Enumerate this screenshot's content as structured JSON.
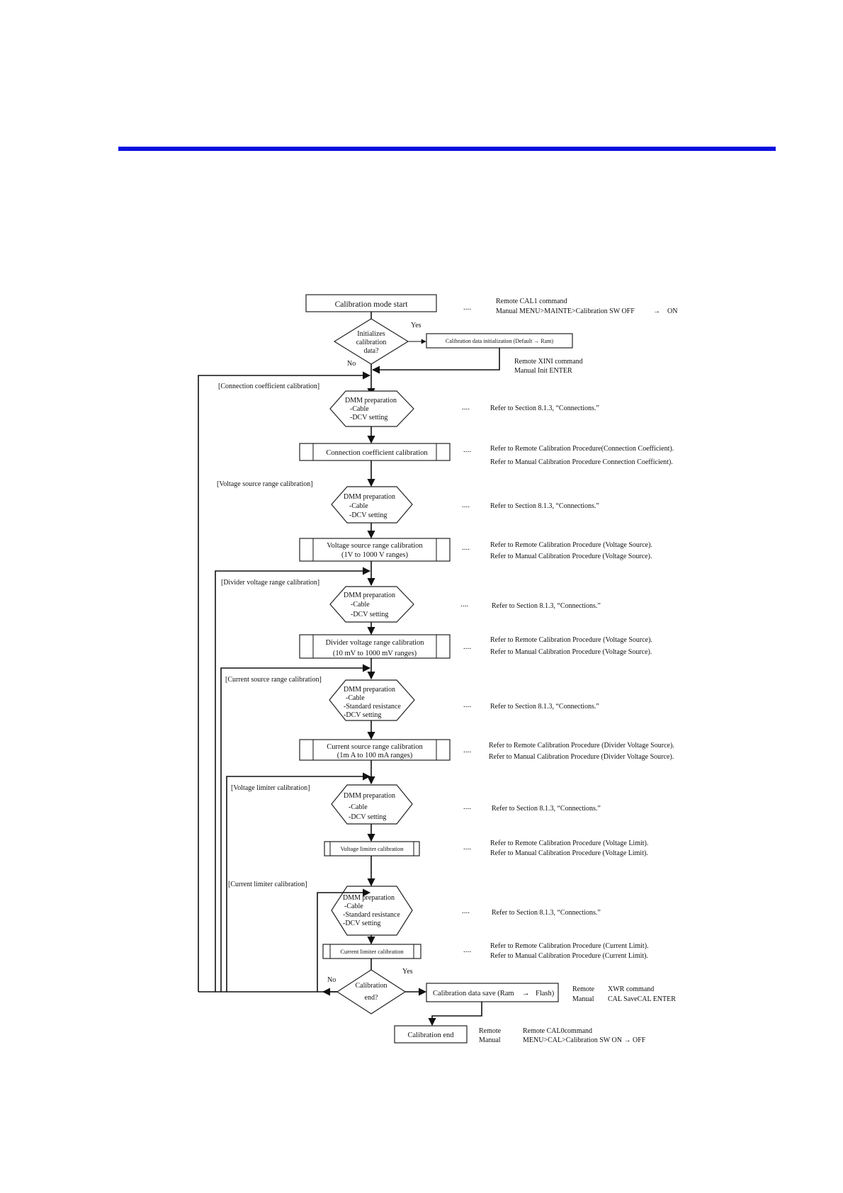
{
  "diagram": {
    "start": "Calibration mode start",
    "start_note": [
      "Remote CAL1 command",
      "Manual MENU>MAINTE>Calibration SW OFF",
      "→",
      "ON"
    ],
    "init_q": [
      "Initializes",
      "calibration",
      "data?"
    ],
    "yes": "Yes",
    "no": "No",
    "init_box": "Calibration data initialization (Default → Ram)",
    "init_note": [
      "Remote XINI command",
      "Manual Init ENTER"
    ],
    "dots": "....",
    "dmm_title": "DMM preparation",
    "cable": "-Cable",
    "dcv": "-DCV setting",
    "std_res": "-Standard resistance",
    "conn_note": "Refer to Section 8.1.3, “Connections.”",
    "sections": {
      "conn_coef": "[Connection coefficient calibration]",
      "volt_src": "[Voltage source range calibration]",
      "divider": "[Divider voltage range calibration]",
      "curr_src": "[Current source range calibration]",
      "volt_lim": "[Voltage limiter calibration]",
      "curr_lim": "[Current limiter calibration]"
    },
    "procs": {
      "conn_coef": [
        "Connection coefficient calibration"
      ],
      "volt_src": [
        "Voltage source range calibration",
        "(1V to 1000 V ranges)"
      ],
      "divider": [
        "Divider voltage range calibration",
        "(10 mV to 1000 mV ranges)"
      ],
      "curr_src": [
        "Current source range calibration",
        "(1m A to 100 mA ranges)"
      ],
      "volt_lim": [
        "Voltage limiter calibration"
      ],
      "curr_lim": [
        "Current limiter calibration"
      ]
    },
    "refs": {
      "conn_coef": [
        "Refer to Remote Calibration Procedure(Connection Coefficient).",
        "Refer to Manual Calibration Procedure Connection Coefficient)."
      ],
      "volt_src": [
        "Refer to Remote Calibration Procedure (Voltage Source).",
        "Refer to Manual Calibration Procedure (Voltage Source)."
      ],
      "divider": [
        "Refer to Remote Calibration Procedure (Voltage Source).",
        "Refer to Manual Calibration Procedure (Voltage Source)."
      ],
      "curr_src": [
        "Refer to Remote Calibration Procedure (Divider Voltage Source).",
        "Refer to Manual Calibration Procedure (Divider Voltage Source)."
      ],
      "volt_lim": [
        "Refer to Remote Calibration Procedure (Voltage Limit).",
        "Refer to Manual Calibration Procedure (Voltage Limit)."
      ],
      "curr_lim": [
        "Refer to Remote Calibration Procedure (Current Limit).",
        "Refer to Manual Calibration Procedure (Current Limit)."
      ]
    },
    "end_q": [
      "Calibration",
      "end?"
    ],
    "save_box": "Calibration data save (Ram",
    "save_arrow": "→",
    "save_flash": "Flash)",
    "save_note": [
      "Remote",
      "Manual",
      "XWR command",
      "CAL SaveCAL ENTER"
    ],
    "end_box": "Calibration end",
    "end_note": [
      "Remote",
      "Manual",
      "Remote CAL0command",
      "MENU>CAL>Calibration SW ON → OFF"
    ]
  }
}
